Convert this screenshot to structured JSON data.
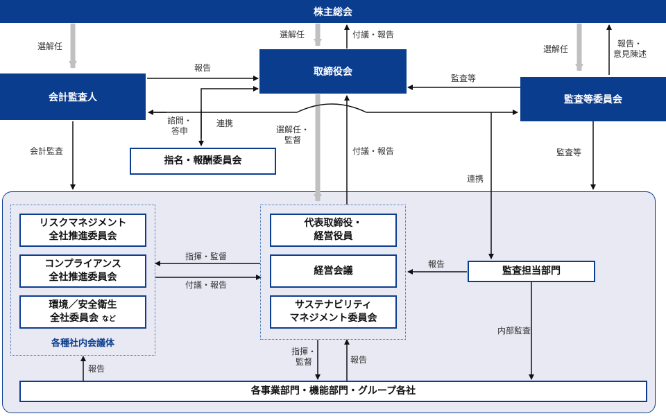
{
  "nodes": {
    "shareholders": "株主総会",
    "board": "取締役会",
    "accounting_auditor": "会計監査人",
    "audit_committee": "監査等委員会",
    "nomination_committee": "指名・報酬委員会",
    "representative_line1": "代表取締役・",
    "representative_line2": "経営役員",
    "management_meeting": "経営会議",
    "sustainability_line1": "サステナビリティ",
    "sustainability_line2": "マネジメント委員会",
    "risk_line1": "リスクマネジメント",
    "risk_line2": "全社推進委員会",
    "compliance_line1": "コンプライアンス",
    "compliance_line2": "全社推進委員会",
    "environment_line1": "環境／安全衛生",
    "environment_line2": "全社委員会",
    "environment_suffix": "など",
    "internal_bodies": "各種社内会議体",
    "internal_audit_dept": "監査担当部門",
    "business_units": "各事業部門・機能部門・グループ各社"
  },
  "labels": {
    "elect_left": "選解任",
    "elect_center": "選解任",
    "elect_right": "選解任",
    "report_to_shareholders": "付議・報告",
    "report_opinion_line1": "報告・",
    "report_opinion_line2": "意見陳述",
    "auditor_report": "報告",
    "audit_etc_top": "監査等",
    "consult_line1": "諮問・",
    "consult_line2": "答申",
    "cooperation_left": "連携",
    "accounting_audit": "会計監査",
    "elect_supervise_line1": "選解任・",
    "elect_supervise_line2": "監督",
    "proposal_report_center": "付議・報告",
    "audit_etc_right": "監査等",
    "cooperation_right": "連携",
    "direct_supervise": "指揮・監督",
    "proposal_report_left": "付議・報告",
    "report_from_audit_dept": "報告",
    "internal_audit": "内部監査",
    "direct_line1": "指揮・",
    "direct_line2": "監督",
    "report_from_business": "報告",
    "report_from_units": "報告"
  },
  "colors": {
    "navy": "#0b3d8f",
    "gray_arrow": "#c0c0c0",
    "group_bg": "#e8e9f3"
  }
}
